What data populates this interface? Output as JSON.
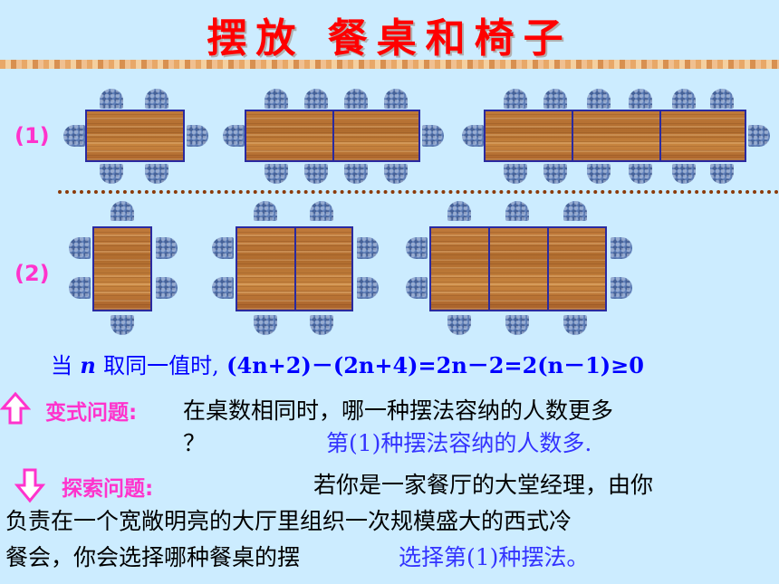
{
  "title": "摆放  餐桌和椅子",
  "row_labels": {
    "row1": "(1)",
    "row2": "(2)"
  },
  "formula": {
    "prefix": "当",
    "var": "n",
    "middle": "取同一值时,",
    "expr": "(4n+2)－(2n+4)=2n－2=2(n－1)≥0"
  },
  "variant": {
    "label": "变式问题:",
    "question": "在桌数相同时，哪一种摆法容纳的人数更多",
    "question_end": "？",
    "answer": "第(1)种摆法容纳的人数多."
  },
  "explore": {
    "label": "探索问题:",
    "line1": "若你是一家餐厅的大堂经理，由你",
    "line2": "负责在一个宽敞明亮的大厅里组织一次规模盛大的西式冷",
    "line3": "餐会，你会选择哪种餐桌的摆",
    "answer": "选择第(1)种摆法。"
  },
  "icons": [
    "up-arrow-icon",
    "down-arrow-icon"
  ],
  "colors": {
    "title": "#ff0000",
    "label": "#ff33cc",
    "formula": "#0000ff",
    "answer": "#3333ff",
    "background": "#ccecff"
  }
}
